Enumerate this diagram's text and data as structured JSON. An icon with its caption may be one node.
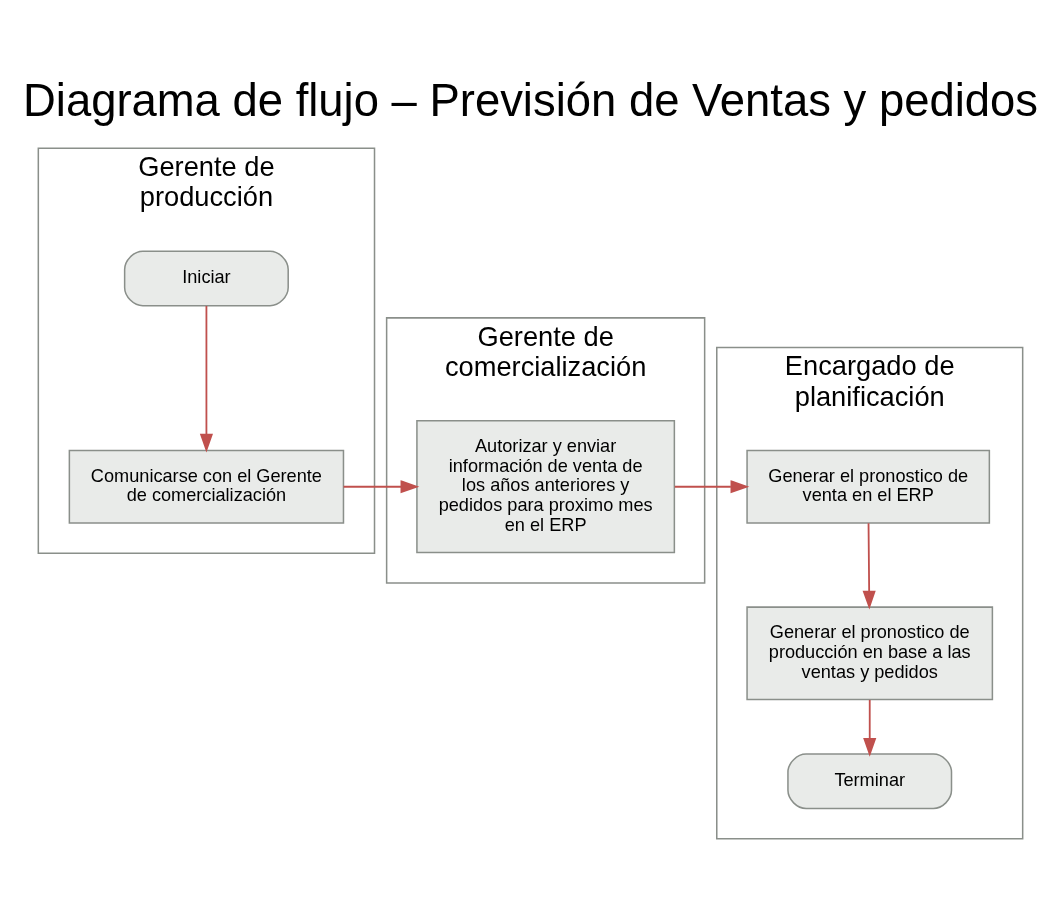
{
  "diagram": {
    "title": "Diagrama de flujo – Previsión de Ventas y pedidos",
    "nodes": [
      {
        "text": [
          "Gerente de producción"
        ]
      },
      {
        "text": [
          "Gerente de comercialización"
        ]
      },
      {
        "text": [
          "Encargado de planificación"
        ]
      },
      {
        "text": [
          "Iniciar"
        ],
        "in": 0
      },
      {
        "text": [
          "Comunicarse con el Gerente de comercialización"
        ],
        "in": 0
      },
      {
        "text": [
          "Autorizar y enviar información de venta de los años anteriores y pedidos para proximo mes en el ERP"
        ],
        "in": 1
      },
      {
        "text": [
          "Generar el pronostico de venta en el ERP"
        ],
        "in": 2
      },
      {
        "text": [
          "Generar el pronostico de producción en base a las ventas y pedidos"
        ],
        "in": 2
      },
      {
        "text": [
          "Terminar"
        ],
        "in": 2
      }
    ],
    "edges": [
      {
        "from": 3,
        "to": 4,
        "arrow": "to"
      },
      {
        "from": 4,
        "to": 5,
        "arrow": "to"
      },
      {
        "from": 5,
        "to": 6,
        "arrow": "to"
      },
      {
        "from": 6,
        "to": 7,
        "arrow": "to"
      },
      {
        "from": 7,
        "to": 8,
        "arrow": "to"
      }
    ]
  }
}
